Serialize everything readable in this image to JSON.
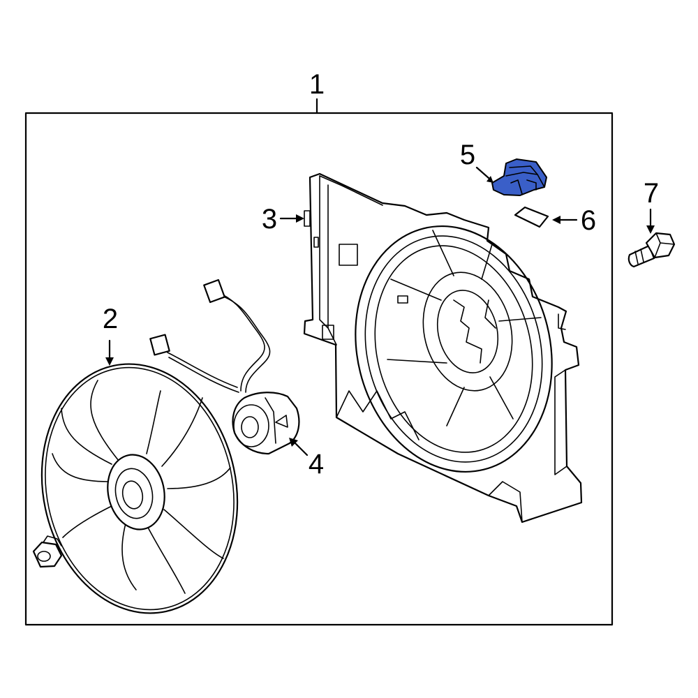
{
  "callouts": [
    {
      "id": "1",
      "text": "1"
    },
    {
      "id": "2",
      "text": "2"
    },
    {
      "id": "3",
      "text": "3"
    },
    {
      "id": "4",
      "text": "4"
    },
    {
      "id": "5",
      "text": "5"
    },
    {
      "id": "6",
      "text": "6"
    },
    {
      "id": "7",
      "text": "7"
    }
  ],
  "colors": {
    "highlight_part": "#3a5fc8",
    "line": "#000000",
    "background": "#ffffff"
  }
}
